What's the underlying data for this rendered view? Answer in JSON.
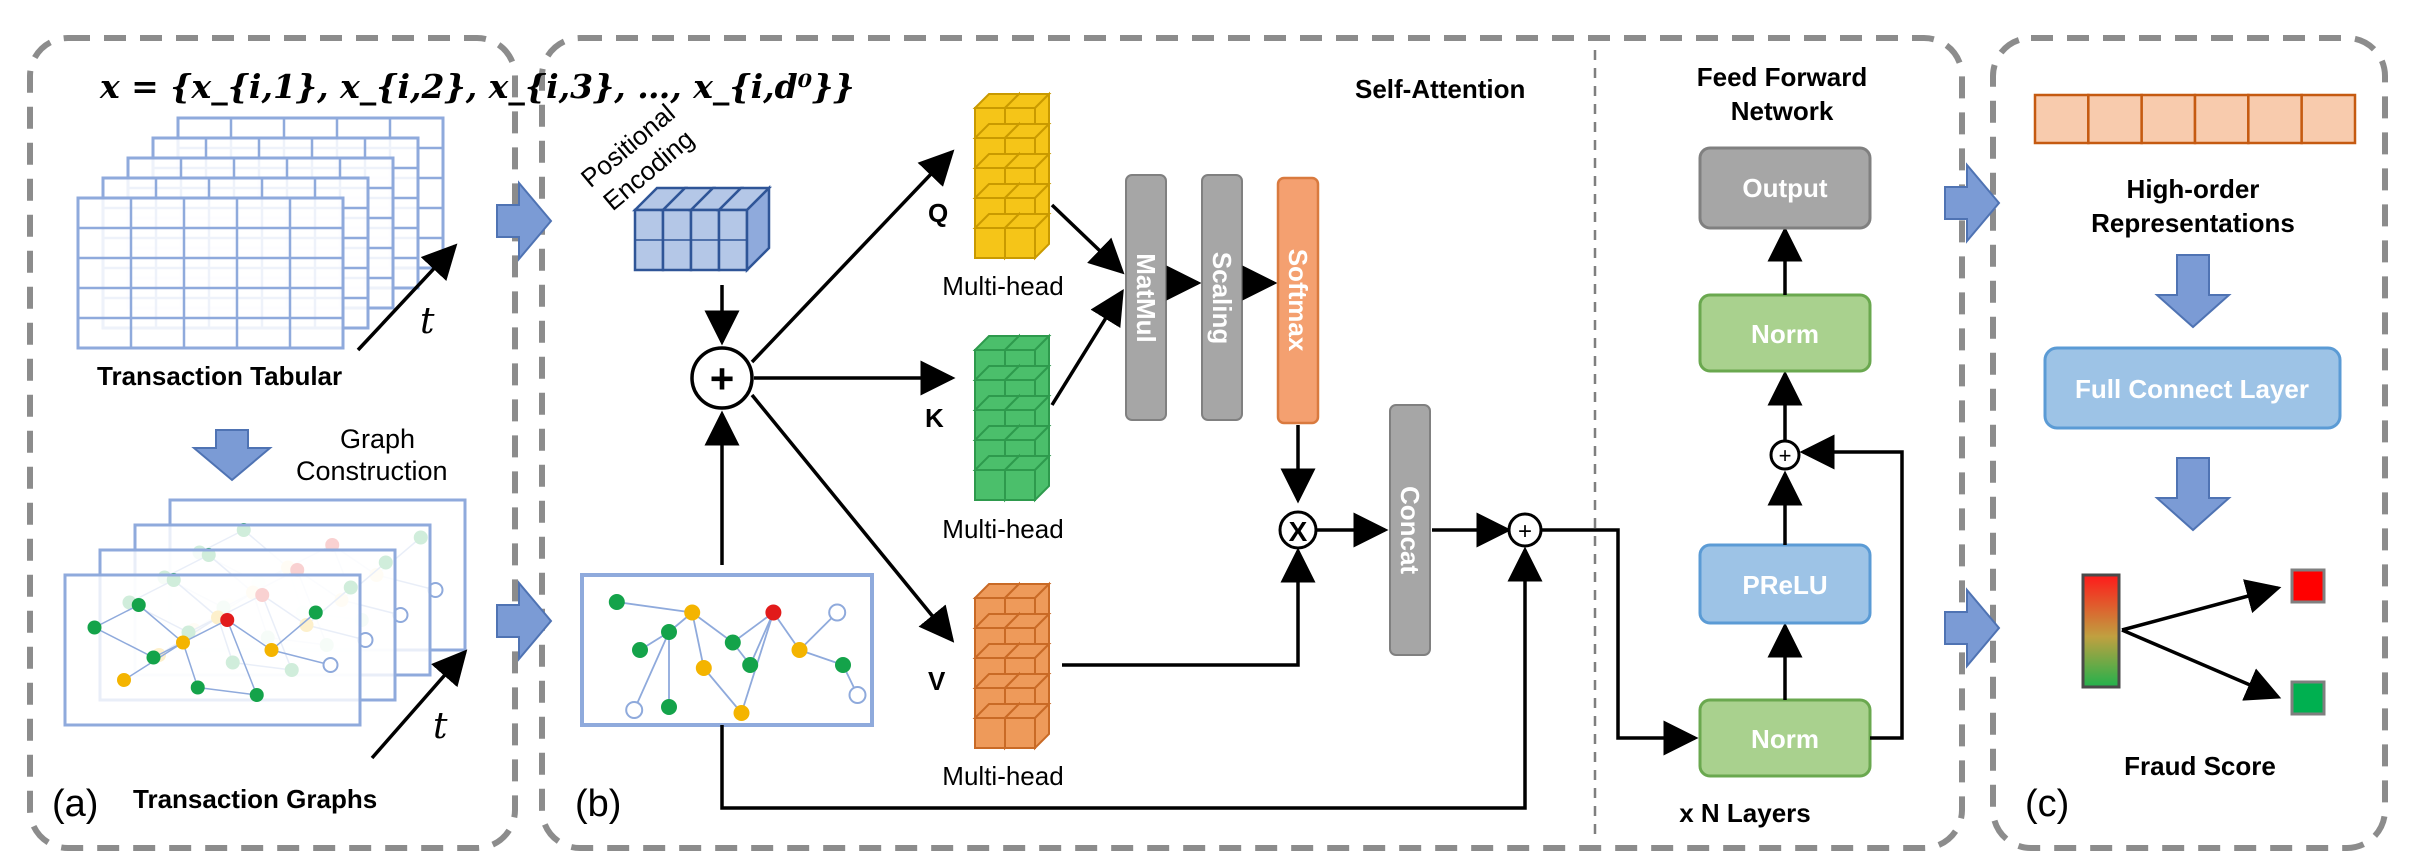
{
  "panels": {
    "a": {
      "label": "(a)",
      "formula": "x = {x_{i,1}, x_{i,2}, x_{i,3}, …, x_{i,d⁰}}",
      "tabular_caption": "Transaction Tabular",
      "time_axis": "t",
      "graph_construction": [
        "Graph",
        "Construction"
      ],
      "graphs_caption": "Transaction Graphs"
    },
    "b": {
      "label": "(b)",
      "self_attention_title": "Self-Attention",
      "ffn_title": [
        "Feed Forward",
        "Network"
      ],
      "positional_encoding": [
        "Positional",
        "Encoding"
      ],
      "q_label": "Q",
      "k_label": "K",
      "v_label": "V",
      "multihead_label": "Multi-head",
      "matmul": "MatMul",
      "scaling": "Scaling",
      "softmax": "Softmax",
      "concat": "Concat",
      "output": "Output",
      "norm": "Norm",
      "prelu": "PReLU",
      "layers": "x N Layers"
    },
    "c": {
      "label": "(c)",
      "representations": [
        "High-order",
        "Representations"
      ],
      "fc_layer": "Full Connect Layer",
      "fraud_score": "Fraud Score"
    }
  },
  "colors": {
    "dashed_border": "#8c8c8c",
    "grid_blue": "#8faadc",
    "arrow_blue": "#7b9bd5",
    "q_yellow": "#f5c518",
    "k_green": "#4bbf6b",
    "v_orange": "#ee9a5a",
    "gray_block": "#a6a6a6",
    "softmax_orange": "#f4a070",
    "norm_green": "#a9d18e",
    "prelu_blue": "#9dc3e6",
    "repr_peach": "#f8cbad",
    "node_green": "#14a34a",
    "node_yellow": "#f4b400",
    "node_red": "#e21b1b",
    "out_red": "#ff0000",
    "out_green": "#00b050"
  }
}
